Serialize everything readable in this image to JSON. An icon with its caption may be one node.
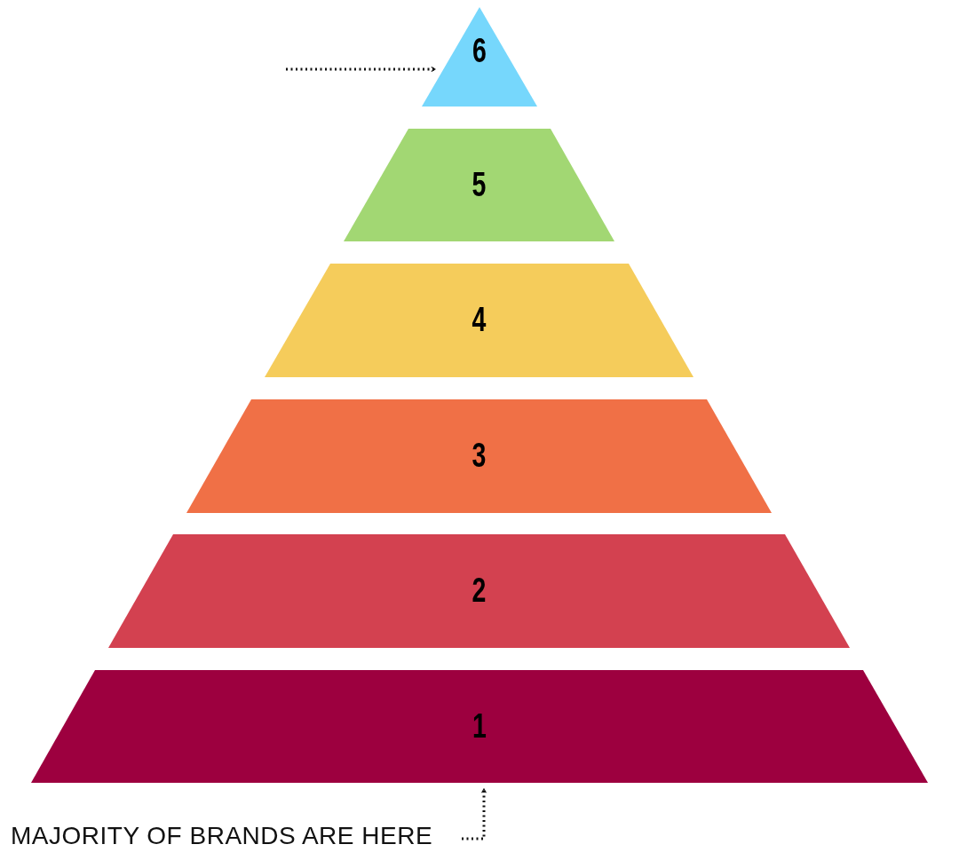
{
  "diagram": {
    "nodes": [
      {
        "text": [
          "6"
        ]
      },
      {
        "text": [
          "5"
        ]
      },
      {
        "text": [
          "4"
        ]
      },
      {
        "text": [
          "3"
        ]
      },
      {
        "text": [
          "2"
        ]
      },
      {
        "text": [
          "1"
        ]
      },
      {
        "text": [
          "MAJORITY OF BRANDS ARE HERE"
        ]
      }
    ],
    "edges": [
      {
        "from": null,
        "to": 0,
        "arrow": "to",
        "style": "dashed"
      },
      {
        "from": 6,
        "to": 5,
        "arrow": "to",
        "style": "dashed"
      }
    ]
  }
}
